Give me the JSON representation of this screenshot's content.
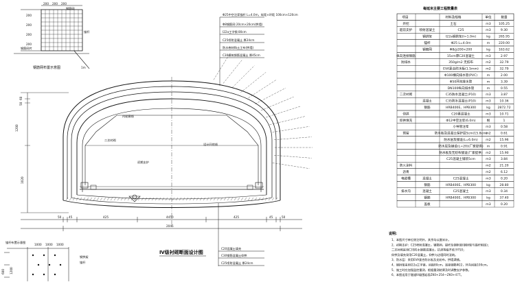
{
  "sheet": {
    "drawing_title": "Ⅳ级衬砌断面设计图",
    "mesh_title": "钢筋网布置示意图",
    "table_title": "每延米主要工程数量表"
  },
  "mesh_top": {
    "dims": [
      "200",
      "200",
      "200"
    ],
    "side_dims": [
      "200",
      "200",
      "200",
      "200"
    ],
    "labels": [
      "钢筋网",
      "钢筋网片",
      "锚杆"
    ],
    "scale": "1m"
  },
  "mesh_bottom": {
    "dims": [
      "1000",
      "1000",
      "1000"
    ],
    "side_dims": [
      "600",
      "1200"
    ],
    "labels": [
      "钢拱架",
      "锚杆"
    ],
    "caption": "锚杆布置示意图"
  },
  "section": {
    "width_dims": [
      "50",
      "45",
      "425",
      "4450",
      "425",
      "45",
      "50"
    ],
    "total_width": "2045",
    "height_dims": [
      "60",
      "50",
      "1200",
      "1020"
    ],
    "callouts_top": [
      "Φ25中空注浆锚杆 L=4.0m，纵距×环距 100cm×120cm",
      "Φ8钢筋网 20cm×20cm(拱墙)",
      "I22a工字钢 80cm",
      "C25喷射混凝土 厚24cm",
      "防水卷材和土工布(拱墙)",
      "C30模筑钢筋混凝土 厚45cm"
    ],
    "callouts_bottom": [
      "C20混凝土填充",
      "C30钢筋混凝土仰拱",
      "C25喷射混凝土 厚24cm"
    ],
    "inner_labels": [
      "内轮廓线",
      "设计开挖线",
      "初期支护",
      "二次衬砌"
    ]
  },
  "qty_table": {
    "headers": [
      "项目",
      "材料及规格",
      "单位",
      "数量"
    ],
    "rows": [
      [
        "开挖",
        "土石",
        "m3",
        "105.25"
      ],
      [
        "超前支护",
        "喷射混凝土",
        "C25",
        "m3",
        "9.30"
      ],
      [
        "",
        "钢拱架",
        "I22a钢拱架(I=1.0m)",
        "kg",
        "265.95"
      ],
      [
        "",
        "锚杆",
        "Φ25 L=4.0m",
        "m",
        "220.00"
      ],
      [
        "",
        "钢筋网",
        "Φ8@200×200",
        "kg",
        "163.62"
      ],
      [
        "纵向连接钢筋",
        "",
        "15cm厚C20混凝土",
        "m3",
        "2.97"
      ],
      [
        "防排水",
        "",
        "350g/m2 无纺布",
        "m2",
        "32.79"
      ],
      [
        "",
        "",
        "EVA复合防水板(1.5mm)",
        "m2",
        "32.79"
      ],
      [
        "",
        "",
        "Φ100横向排水管(PVC)",
        "m",
        "2.00"
      ],
      [
        "",
        "",
        "Φ50环向排水管",
        "m",
        "3.39"
      ],
      [
        "",
        "",
        "DN100纵向排水管",
        "m",
        "0.55"
      ],
      [
        "二次衬砌",
        "",
        "C35防水混凝土(P10)",
        "m3",
        "3.87"
      ],
      [
        "",
        "混凝土",
        "C35防水混凝土(P10)",
        "m3",
        "10.36"
      ],
      [
        "",
        "钢筋",
        "HRB400E、HPB300",
        "kg",
        "2872.72"
      ],
      [
        "仰拱",
        "",
        "C20素混凝土",
        "m3",
        "10.71"
      ],
      [
        "仰拱填充",
        "",
        "Φ12中空注浆(6.0m)",
        "根",
        "1"
      ],
      [
        "",
        "",
        "小导管注浆",
        "m3",
        "0.58"
      ],
      [
        "预留",
        "",
        "防水板及混凝土保护层5cm(15.8cm)",
        "m2",
        "0.61"
      ],
      [
        "",
        "",
        "防水层及铺设(L=6.0m)",
        "m2",
        "15.96"
      ],
      [
        "",
        "",
        "防水层及铺设(L=20)(厂家提供)",
        "m",
        "0.91"
      ],
      [
        "",
        "",
        "防水板及无纺布铺设(厂家提供)",
        "m2",
        "15.90"
      ],
      [
        "",
        "",
        "C25混凝土铺装5cm",
        "m3",
        "3.84"
      ],
      [
        "防火涂料",
        "",
        "",
        "m2",
        "21.20"
      ],
      [
        "沥青",
        "",
        "",
        "m2",
        "6.12"
      ],
      [
        "电缆槽",
        "混凝土",
        "C25混凝土",
        "m3",
        "0.20"
      ],
      [
        "",
        "钢筋",
        "HRB400E、HPB300",
        "kg",
        "28.80"
      ],
      [
        "排水沟",
        "混凝土",
        "C25混凝土",
        "m3",
        "0.34"
      ],
      [
        "",
        "钢筋",
        "HRB400E、HPB300",
        "kg",
        "37.40"
      ],
      [
        "",
        "盖板",
        "",
        "m3",
        "0.20"
      ]
    ]
  },
  "notes": {
    "heading": "说明:",
    "items": [
      "1、本图尺寸单位除注明外，其余均以厘米计。",
      "2、初期支护：C25喷射混凝土，钢筋网，锚杆及钢拱架(钢拱架与锚杆相连)；",
      "   二次衬砌采用C35防水钢筋混凝土，抗渗等级不低于P10；",
      "   仰拱及填充采用C20混凝土，仰拱与边墙同时浇筑。",
      "3、防水层：采用EVA复合防水板及无纺布，拱墙满铺。",
      "4、钢拱架采用I22a工字钢，间距80cm，连接钢筋Φ22，环向间距100cm。",
      "5、施工时应加强监控量测，根据量测结果及时调整支护参数。",
      "6、本图适用于隧道Ⅳ级围岩段ZK0+254～ZK0+477。"
    ]
  }
}
